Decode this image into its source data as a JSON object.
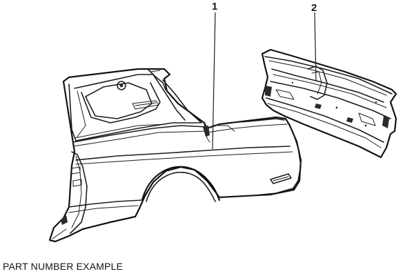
{
  "callouts": [
    {
      "label": "1"
    },
    {
      "label": "2"
    }
  ],
  "caption": "PART NUMBER EXAMPLE",
  "colors": {
    "ink": "#1b1b1b",
    "background": "#ffffff"
  }
}
